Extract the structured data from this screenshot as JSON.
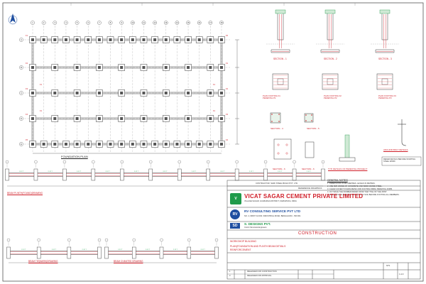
{
  "plan": {
    "title": "FOUNDATION PLAN",
    "grid_cols": [
      "1",
      "2",
      "3",
      "4",
      "5",
      "6",
      "7",
      "8",
      "9",
      "10",
      "11",
      "12",
      "13",
      "14",
      "15",
      "16",
      "17",
      "18"
    ],
    "grid_rows": [
      "A",
      "B",
      "C",
      "D",
      "E"
    ],
    "marks": [
      "F1",
      "F2",
      "F3",
      "F4",
      "F5",
      "F6"
    ]
  },
  "sections": {
    "top": [
      "SECTION - 1",
      "SECTION - 2",
      "SECTION - 3"
    ],
    "bottom": [
      "SECTION - 4",
      "SECTION - 5",
      "SECTION - 6"
    ],
    "pedestal_title": "TYP. DETAILS OF PEDESTAL PROJECT",
    "anchor_title": "ANCHOR BOLT DETAILS",
    "foot_titles": [
      "PLAN FOOTING F1 PEDESTAL P1",
      "PLAN FOOTING F2 PEDESTAL P2",
      "PLAN FOOTING F3 PEDESTAL P3"
    ],
    "note_box": "REFER DETAILS BEFORE STARTING STEEL WORK"
  },
  "notes": {
    "title": "GENERAL NOTES",
    "lines": [
      "1. DIMENSIONS IN MILLIMETRES, LEVELS IN METRES.",
      "2. USE M25 GRADE OF CONCRETE AND FE500 GRADE STEEL.",
      "3. CLEAR COVER TO MAIN REINF. FOR FOOTING 50MM, PEDESTAL 40MM.",
      "4. OF TRACE THE NUMBER REFER FROM THE TITLE OF THE JOINT.",
      "5. ENSURE SAFE BEARING CAPACITY OF SOIL BEFORE FOOTING ALL MEMBERS."
    ]
  },
  "beams": {
    "plinth_title": "BEAM PLINTH(FOUND)DRAWING",
    "tie_title": "BEAM TIE(MARK)DRAWING",
    "lower_title": "BEAM CHANTED DRAWING"
  },
  "title_block": {
    "ref_header": "REFERENCE DRAWINGS",
    "client_name": "VICAT SAGAR CEMENT PRIVATE LIMITED",
    "client_addr": "VILLAGE SAGAR, GULBARGA DISTRICT, KARNATAKA, INDIA",
    "consultant_name": "RV CONSULTING SERVICE PVT LTD",
    "consultant_addr": "NO. 4, FIRST FLOOR, INDUSTRIAL ROAD, BENGALURU - 560 001",
    "designer_name": "S. DESIGNS PVT.",
    "designer_sub": "Civil & Structural Engineers",
    "contractor_ref": "CONTRACTOR: SHRI STEEL BUILD PVT. LTD.",
    "stage": "CONSTRUCTION",
    "building": "WORKSHOP BUILDING",
    "drawing_title": "PLAN(FOUNDATION AND PLINTH BEAM DETAILS",
    "drawing_sub": "REINFORCEMENT",
    "rev_rows": [
      {
        "rev": "1",
        "desc": "RELEASED FOR CONSTRUCTION"
      },
      {
        "rev": "0",
        "desc": "RELEASED FOR APPROVAL"
      }
    ],
    "scale": "NTS",
    "sheet_no": "1 of 2"
  },
  "colors": {
    "line": "#3a3a3a",
    "red": "#d0202a",
    "green": "#1f9a4a",
    "blue": "#1f4fa0",
    "column": "#555555"
  },
  "icons": [
    "north-arrow-icon",
    "client-logo-icon",
    "consultant-logo-icon",
    "designer-logo-icon"
  ]
}
